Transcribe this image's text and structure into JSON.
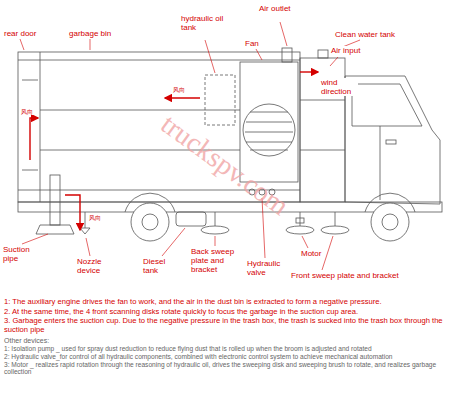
{
  "diagram": {
    "labels": [
      "rear door",
      "garbage bin",
      "hydraulic oil tank",
      "Air outlet",
      "Clean water tank",
      "Fan",
      "Air input",
      "wind direction",
      "风向",
      "风向",
      "风向",
      "Suction pipe",
      "Nozzle device",
      "Diesel tank",
      "Back sweep plate and bracket",
      "Hydraulic valve",
      "Motor",
      "Front sweep plate and bracket",
      "truckspv.com",
      "1: The auxiliary engine drives the fan to work, and the air in the dust bin is extracted to form a negative pressure.",
      "2. At the same time, the 4 front scanning disks rotate quickly to focus the garbage in the suction cup area.",
      "3. Garbage enters the suction cup. Due to the negative pressure in the trash box, the trash is sucked into the trash box through the suction pipe",
      "Other devices:",
      "1: Isolation pump _ used for spray dust reduction to reduce flying dust that is rolled up when the broom is adjusted and rotated",
      "2: Hydraulic valve_for control of all hydraulic components, combined with electronic control system to achieve mechanical automation",
      "3: Motor _ realizes rapid rotation through the reasoning of hydraulic oil, drives the sweeping disk and sweeping brush to rotate, and realizes garbage collection"
    ]
  }
}
